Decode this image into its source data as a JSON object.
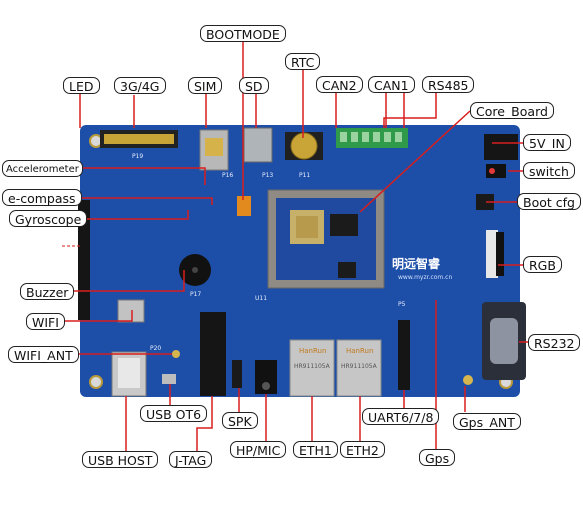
{
  "board": {
    "labels": {
      "bootmode": "BOOTMODE",
      "rtc": "RTC",
      "led": "LED",
      "g34": "3G/4G",
      "sim": "SIM",
      "sd": "SD",
      "can2": "CAN2",
      "can1": "CAN1",
      "rs485": "RS485",
      "core_board": "Core_Board",
      "accelerometer": "Accelerometer",
      "ecompass": "e-compass",
      "gyroscope": "Gyroscope",
      "v5in": "5V_IN",
      "switch": "switch",
      "bootcfg": "Boot cfg",
      "rgb": "RGB",
      "buzzer": "Buzzer",
      "wifi": "WIFI",
      "rs232": "RS232",
      "wifi_ant": "WIFI_ANT",
      "usb_otg": "USB OT6",
      "spk": "SPK",
      "uart": "UART6/7/8",
      "gps_ant": "Gps_ANT",
      "usb_host": "USB HOST",
      "jtag": "J-TAG",
      "hpmic": "HP/MIC",
      "eth1": "ETH1",
      "eth2": "ETH2",
      "gps": "Gps"
    },
    "silkscreen": {
      "brand": "明远智睿",
      "site": "www.myzr.com.cn",
      "p19": "P19",
      "p16": "P16",
      "p13": "P13",
      "p11": "P11",
      "p17": "P17",
      "p20": "P20",
      "u11": "U11",
      "p5": "P5",
      "eth_chip": "HanRun",
      "eth_part": "HR911105A"
    },
    "colors": {
      "board": "#1d4fa8",
      "leader": "#d81e1e",
      "label_border": "#222222"
    }
  }
}
